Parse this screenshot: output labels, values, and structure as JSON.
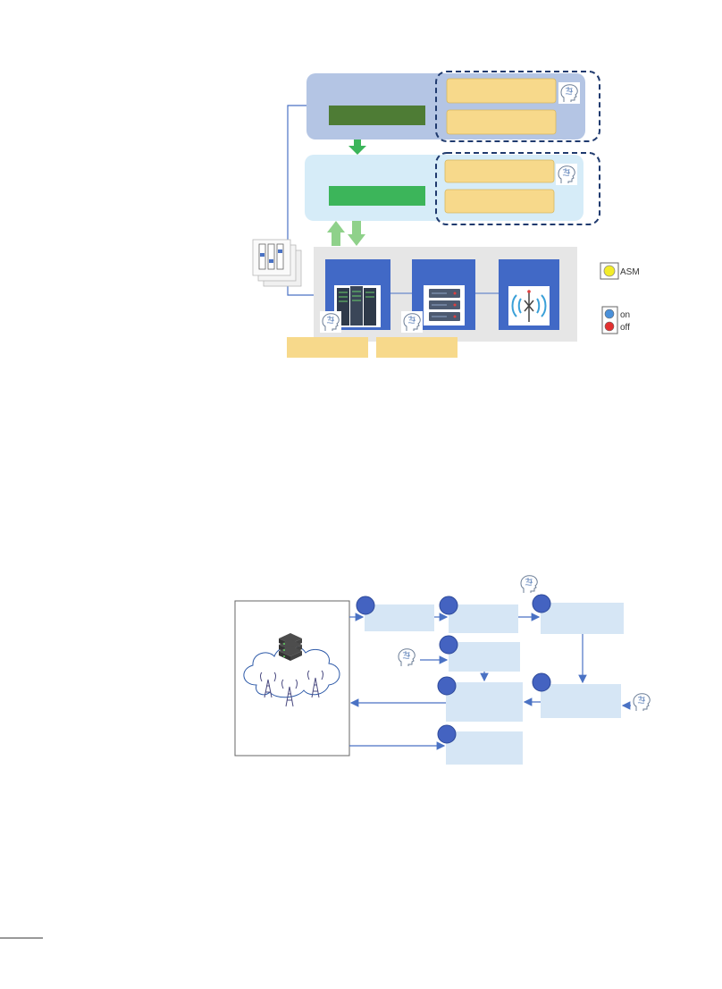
{
  "legend": {
    "asm_label": "ASM",
    "on_label": "on",
    "off_label": "off"
  },
  "colors": {
    "top_panel": "#b4c5e4",
    "mid_panel": "#d6ecf8",
    "dark_green_bar": "#4e7c35",
    "green_bar": "#3cb55a",
    "yellow_box": "#f7d98b",
    "dashed_border": "#1f3a6e",
    "node_blue": "#4169c6",
    "infra_bg": "#e6e6e6",
    "flow_box": "#d6e6f5",
    "flow_circle": "#4463c1",
    "arrow_blue": "#4a72c4",
    "asm_yellow": "#f2ec2a",
    "on_blue": "#4a90d9",
    "off_red": "#e23030"
  },
  "icons": [
    "brain-icon",
    "server-rack-icon",
    "server-stack-icon",
    "antenna-icon",
    "cloud-icon",
    "cell-tower-icon",
    "switch-panel-icon"
  ]
}
